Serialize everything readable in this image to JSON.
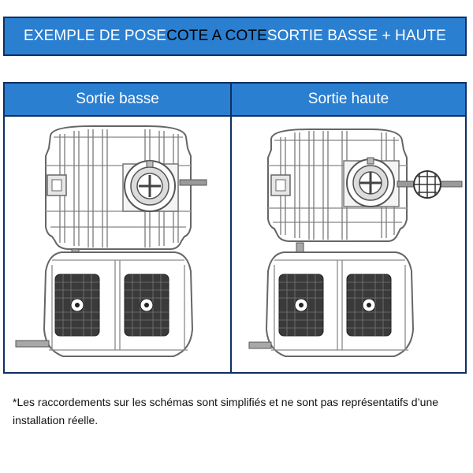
{
  "banner": {
    "part1": "EXEMPLE DE POSE ",
    "highlight": "COTE A COTE",
    "part2": " SORTIE BASSE + HAUTE"
  },
  "panels": {
    "left": {
      "title": "Sortie basse"
    },
    "right": {
      "title": "Sortie haute"
    }
  },
  "footnote": "*Les raccordements sur les schémas sont simplifiés et ne sont pas représentatifs d’une installation réelle.",
  "colors": {
    "banner_bg": "#2a7fd1",
    "border": "#0f2f63",
    "banner_text": "#ffffff",
    "highlight_text": "#000000"
  }
}
